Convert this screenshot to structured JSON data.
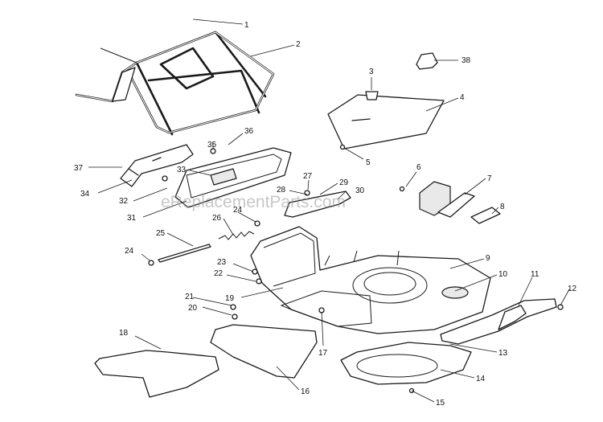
{
  "diagram": {
    "watermark": "eReplacementParts.com",
    "callouts": [
      {
        "id": "c1",
        "text": "1"
      },
      {
        "id": "c2",
        "text": "2"
      },
      {
        "id": "c3",
        "text": "3"
      },
      {
        "id": "c4",
        "text": "4"
      },
      {
        "id": "c5",
        "text": "5"
      },
      {
        "id": "c6",
        "text": "6"
      },
      {
        "id": "c7",
        "text": "7"
      },
      {
        "id": "c8",
        "text": "8"
      },
      {
        "id": "c9",
        "text": "9"
      },
      {
        "id": "c10",
        "text": "10"
      },
      {
        "id": "c11",
        "text": "11"
      },
      {
        "id": "c12",
        "text": "12"
      },
      {
        "id": "c13",
        "text": "13"
      },
      {
        "id": "c14",
        "text": "14"
      },
      {
        "id": "c15",
        "text": "15"
      },
      {
        "id": "c16",
        "text": "16"
      },
      {
        "id": "c17",
        "text": "17"
      },
      {
        "id": "c18",
        "text": "18"
      },
      {
        "id": "c19",
        "text": "19"
      },
      {
        "id": "c20",
        "text": "20"
      },
      {
        "id": "c21",
        "text": "21"
      },
      {
        "id": "c22",
        "text": "22"
      },
      {
        "id": "c23",
        "text": "23"
      },
      {
        "id": "c24a",
        "text": "24"
      },
      {
        "id": "c24b",
        "text": "24"
      },
      {
        "id": "c25",
        "text": "25"
      },
      {
        "id": "c26",
        "text": "26"
      },
      {
        "id": "c27",
        "text": "27"
      },
      {
        "id": "c28",
        "text": "28"
      },
      {
        "id": "c29",
        "text": "29"
      },
      {
        "id": "c30",
        "text": "30"
      },
      {
        "id": "c31",
        "text": "31"
      },
      {
        "id": "c32",
        "text": "32"
      },
      {
        "id": "c33",
        "text": "33"
      },
      {
        "id": "c34",
        "text": "34"
      },
      {
        "id": "c35",
        "text": "35"
      },
      {
        "id": "c36",
        "text": "36"
      },
      {
        "id": "c37",
        "text": "37"
      },
      {
        "id": "c38",
        "text": "38"
      }
    ]
  }
}
